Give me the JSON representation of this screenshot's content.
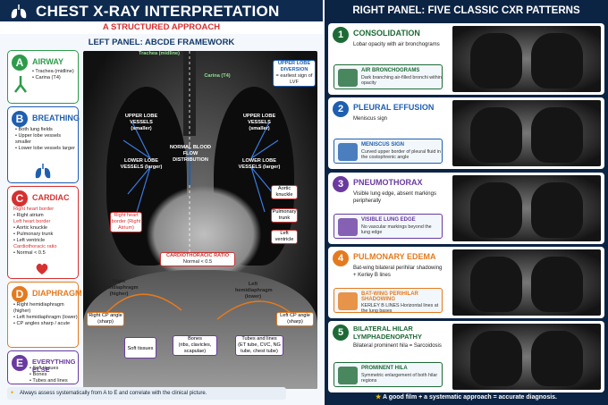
{
  "left": {
    "title": "CHEST X-RAY INTERPRETATION",
    "subtitle": "A STRUCTURED APPROACH",
    "framework": "LEFT PANEL: ABCDE FRAMEWORK",
    "sections": [
      {
        "letter": "A",
        "name": "AIRWAY",
        "color": "#2e9b4a",
        "items": [
          "• Trachea (midline)",
          "• Carina (T4)"
        ]
      },
      {
        "letter": "B",
        "name": "BREATHING",
        "color": "#1f5fb0",
        "items": [
          "• Both lung fields",
          "• Upper lobe vessels smaller",
          "• Lower lobe vessels larger"
        ]
      },
      {
        "letter": "C",
        "name": "CARDIAC",
        "color": "#d63131",
        "items": [
          "Right heart border",
          "• Right atrium",
          "Left heart border",
          "• Aortic knuckle",
          "• Pulmonary trunk",
          "• Left ventricle",
          "Cardiothoracic ratio",
          "• Normal < 0.5"
        ]
      },
      {
        "letter": "D",
        "name": "DIAPHRAGM",
        "color": "#e47a1e",
        "items": [
          "• Right hemidiaphragm (higher)",
          "• Left hemidiaphragm (lower)",
          "• CP angles sharp / acute"
        ]
      },
      {
        "letter": "E",
        "name": "EVERYTHING ELSE",
        "color": "#6a3aa0",
        "items": [
          "• Soft tissues",
          "• Bones",
          "• Tubes and lines"
        ]
      }
    ],
    "xray_labels": {
      "trachea": "Trachea (midline)",
      "carina": "Carina (T4)",
      "upper_diversion": "UPPER LOBE DIVERSION",
      "upper_diversion_note": "= earliest sign of LVF",
      "upper_left": "UPPER LOBE VESSELS (smaller)",
      "upper_right": "UPPER LOBE VESSELS (smaller)",
      "lower_left": "LOWER LOBE VESSELS (larger)",
      "lower_right": "LOWER LOBE VESSELS (larger)",
      "normal_flow": "NORMAL BLOOD FLOW DISTRIBUTION",
      "right_heart": "Right heart border (Right Atrium)",
      "aortic": "Aortic knuckle",
      "pulmonary": "Pulmonary trunk",
      "lv": "Left ventricle",
      "ctr_title": "CARDIOTHORACIC RATIO",
      "ctr_value": "Normal < 0.5",
      "r_hemi": "Right hemidiaphragm (higher)",
      "l_hemi": "Left hemidiaphragm (lower)",
      "r_cp": "Right CP angle (sharp)",
      "l_cp": "Left CP angle (sharp)",
      "soft": "Soft tissues",
      "bones": "Bones",
      "bones_sub": "(ribs, clavicles, scapulae)",
      "tubes": "Tubes and lines",
      "tubes_sub": "(ET tube, CVC, NG tube, chest tube)"
    },
    "footer": "Always assess systematically from A to E and correlate with the clinical picture."
  },
  "right": {
    "title": "RIGHT PANEL: FIVE CLASSIC CXR PATTERNS",
    "cards": [
      {
        "n": "1",
        "title": "CONSOLIDATION",
        "desc": "Lobar opacity with air bronchograms",
        "color": "#1e6a37",
        "box_title": "AIR BRONCHOGRAMS",
        "box_desc": "Dark branching air-filled bronchi within opacity"
      },
      {
        "n": "2",
        "title": "PLEURAL EFFUSION",
        "desc": "Meniscus sign",
        "color": "#1f5fb0",
        "box_title": "MENISCUS SIGN",
        "box_desc": "Curved upper border of pleural fluid in the costophrenic angle"
      },
      {
        "n": "3",
        "title": "PNEUMOTHORAX",
        "desc": "Visible lung edge, absent markings peripherally",
        "color": "#6a3aa0",
        "box_title": "VISIBLE LUNG EDGE",
        "box_desc": "No vascular markings beyond the lung edge"
      },
      {
        "n": "4",
        "title": "PULMONARY EDEMA",
        "desc": "Bat-wing bilateral perihilar shadowing + Kerley B lines",
        "color": "#e47a1e",
        "box_title": "BAT-WING PERIHILAR SHADOWING",
        "box_desc": "KERLEY B LINES Horizontal lines at the lung bases"
      },
      {
        "n": "5",
        "title": "BILATERAL HILAR LYMPHADENOPATHY",
        "desc": "Bilateral prominent hila = Sarcoidosis",
        "color": "#1e6a37",
        "box_title": "PROMINENT HILA",
        "box_desc": "Symmetric enlargement of both hilar regions"
      }
    ],
    "footer": "A good film + a systematic approach = accurate diagnosis."
  }
}
